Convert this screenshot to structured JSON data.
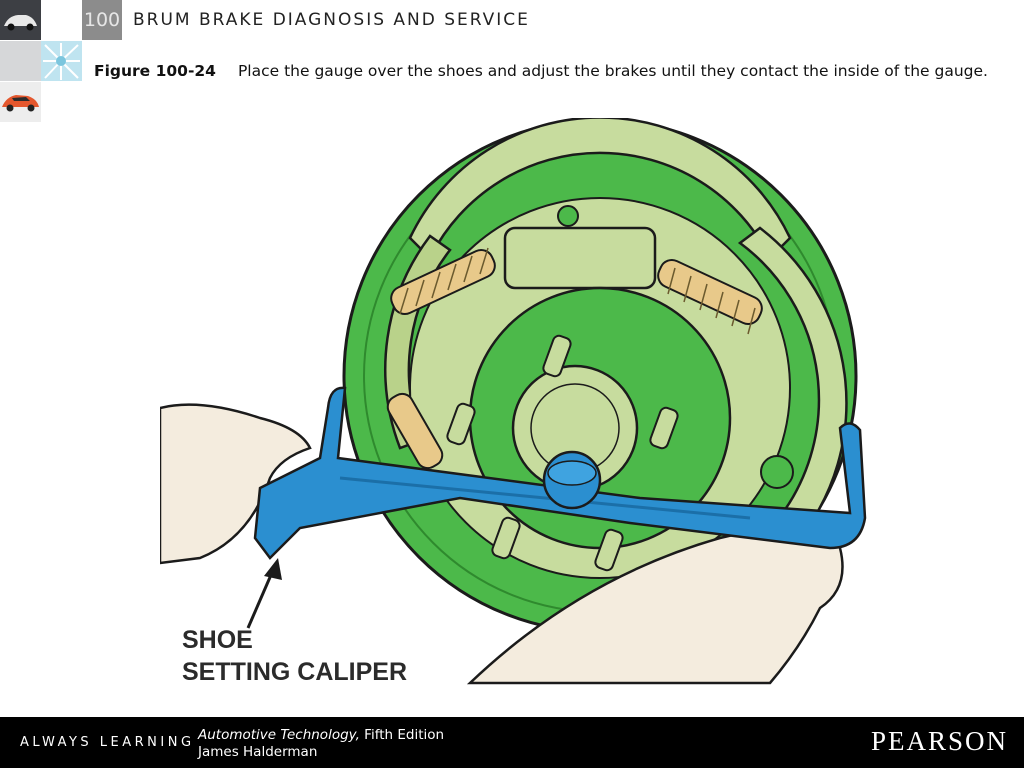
{
  "header": {
    "chapter_number": "100",
    "chapter_title": "BRUM BRAKE DIAGNOSIS AND SERVICE",
    "thumbnails": [
      "car-photo",
      "blank-panel",
      "sports-car-photo",
      "spark-photo"
    ]
  },
  "caption": {
    "figure_label": "Figure 100-24",
    "text": "Place the gauge over the shoes and adjust the brakes until they contact the inside of the gauge."
  },
  "figure": {
    "label_line1": "SHOE",
    "label_line2": "SETTING CALIPER",
    "colors": {
      "backing_plate": "#4cb94a",
      "shoe_light": "#c7dc9e",
      "caliper": "#2b8fd0",
      "spring": "#e8c98a",
      "skin": "#f4ecde"
    }
  },
  "footer": {
    "tagline": "ALWAYS LEARNING",
    "book_title": "Automotive Technology,",
    "book_edition": "Fifth Edition",
    "book_author": "James Halderman",
    "publisher": "PEARSON"
  }
}
